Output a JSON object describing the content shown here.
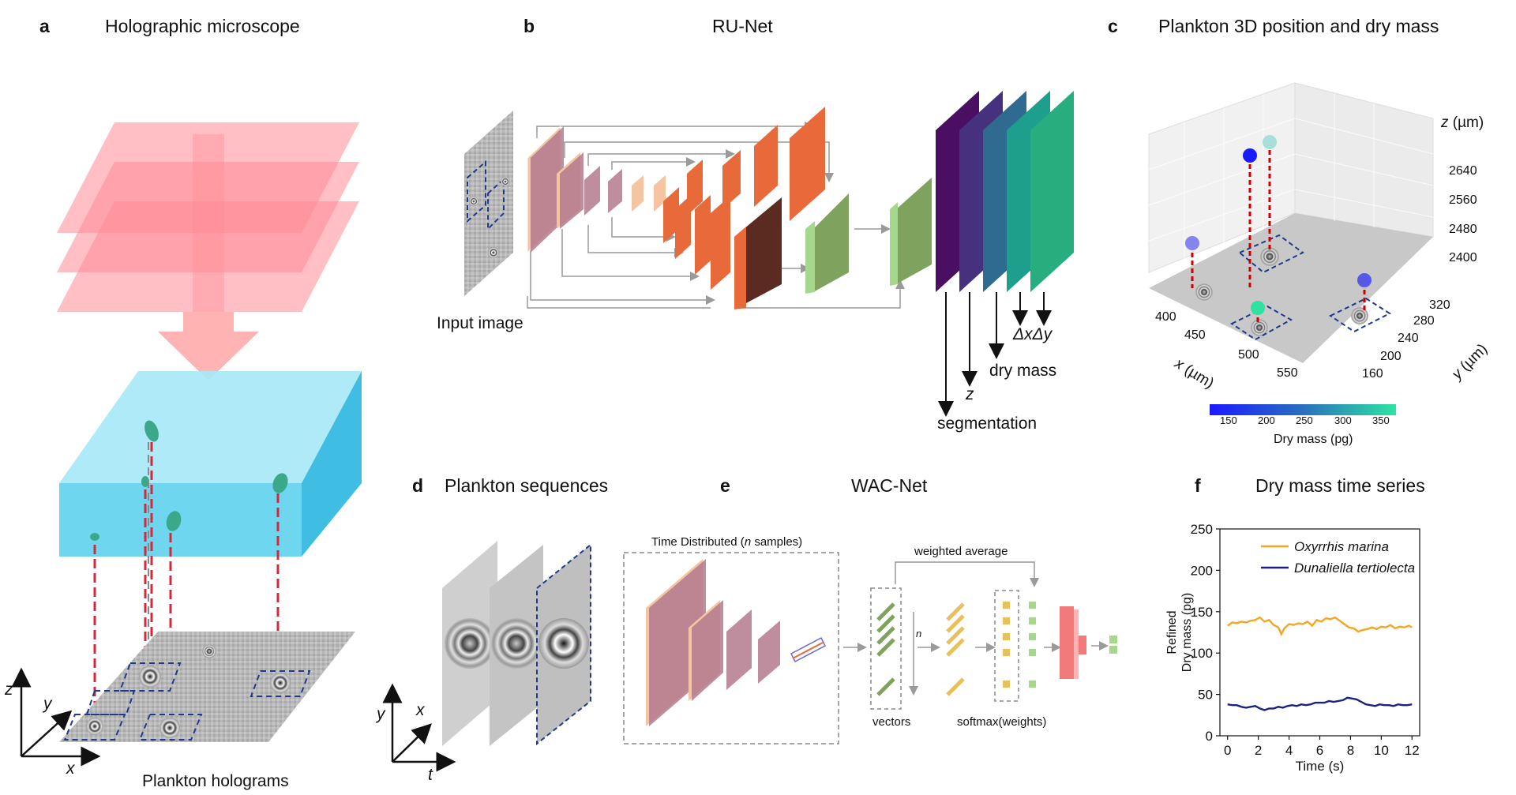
{
  "panels": {
    "a": {
      "letter": "a",
      "title": "Holographic microscope",
      "caption": "Plankton holograms",
      "axes": {
        "z": "z",
        "y": "y",
        "x": "x"
      }
    },
    "b": {
      "letter": "b",
      "title": "RU-Net",
      "input_label": "Input image",
      "outputs": {
        "segmentation": "segmentation",
        "z": "z",
        "dry_mass": "dry mass",
        "dxdy": "ΔxΔy"
      }
    },
    "c": {
      "letter": "c",
      "title": "Plankton 3D position and dry mass",
      "z_axis_label": "z (µm)",
      "x_axis_label": "x (µm)",
      "y_axis_label": "y (µm)",
      "z_ticks": [
        "2640",
        "2560",
        "2480",
        "2400"
      ],
      "x_ticks": [
        "400",
        "450",
        "500",
        "550"
      ],
      "y_ticks": [
        "320",
        "280",
        "240",
        "200",
        "160"
      ],
      "colorbar": {
        "label": "Dry mass (pg)",
        "ticks": [
          "150",
          "200",
          "250",
          "300",
          "350"
        ],
        "colors": [
          "#1a1aff",
          "#2ee3a0"
        ]
      }
    },
    "d": {
      "letter": "d",
      "title": "Plankton sequences",
      "axes": {
        "y": "y",
        "x": "x",
        "t": "t"
      }
    },
    "e": {
      "letter": "e",
      "title": "WAC-Net",
      "time_distributed": "Time Distributed (",
      "n_italic": "n",
      "samples": " samples)",
      "weighted_average": "weighted average",
      "vectors": "vectors",
      "softmax": "softmax(weights)",
      "n_label": "n"
    },
    "f": {
      "letter": "f",
      "title": "Dry mass time series"
    }
  },
  "chart_data": {
    "type": "line",
    "title": "Dry mass time series",
    "xlabel": "Time (s)",
    "ylabel": "Refined Dry mass (pg)",
    "ylabel_lines": [
      "Refined",
      "Dry mass (pg)"
    ],
    "xlim": [
      -0.5,
      12.5
    ],
    "ylim": [
      0,
      250
    ],
    "x_ticks": [
      0,
      2,
      4,
      6,
      8,
      10,
      12
    ],
    "y_ticks": [
      0,
      50,
      100,
      150,
      200,
      250
    ],
    "legend_position": "top-right",
    "series": [
      {
        "name": "Oxyrrhis marina",
        "color": "#f5a623",
        "x": [
          0,
          0.3,
          0.6,
          0.9,
          1.2,
          1.5,
          1.8,
          2.1,
          2.4,
          2.7,
          3.0,
          3.3,
          3.5,
          3.7,
          4.0,
          4.3,
          4.6,
          4.9,
          5.2,
          5.5,
          5.8,
          6.1,
          6.4,
          6.7,
          7.0,
          7.3,
          7.6,
          7.9,
          8.2,
          8.5,
          8.8,
          9.1,
          9.4,
          9.7,
          10.0,
          10.3,
          10.6,
          10.9,
          11.2,
          11.5,
          11.8,
          12.0
        ],
        "y": [
          133,
          137,
          136,
          138,
          137,
          139,
          140,
          143,
          138,
          140,
          134,
          131,
          123,
          130,
          135,
          134,
          136,
          135,
          138,
          133,
          140,
          138,
          142,
          141,
          143,
          139,
          135,
          131,
          130,
          126,
          128,
          129,
          131,
          129,
          132,
          131,
          134,
          130,
          132,
          131,
          133,
          131
        ]
      },
      {
        "name": "Dunaliella tertiolecta",
        "color": "#1a237e",
        "x": [
          0,
          0.3,
          0.6,
          0.9,
          1.2,
          1.5,
          1.8,
          2.1,
          2.4,
          2.7,
          3.0,
          3.3,
          3.6,
          3.9,
          4.2,
          4.5,
          4.8,
          5.1,
          5.4,
          5.7,
          6.0,
          6.3,
          6.6,
          6.9,
          7.2,
          7.5,
          7.8,
          8.1,
          8.4,
          8.7,
          9.0,
          9.3,
          9.6,
          9.9,
          10.2,
          10.5,
          10.8,
          11.1,
          11.4,
          11.7,
          12.0
        ],
        "y": [
          38,
          37,
          37,
          35,
          34,
          35,
          36,
          33,
          31,
          33,
          33,
          35,
          34,
          36,
          37,
          36,
          38,
          37,
          38,
          40,
          40,
          40,
          42,
          41,
          42,
          43,
          46,
          45,
          44,
          41,
          38,
          37,
          36,
          38,
          37,
          37,
          36,
          38,
          37,
          37,
          38
        ]
      }
    ]
  }
}
